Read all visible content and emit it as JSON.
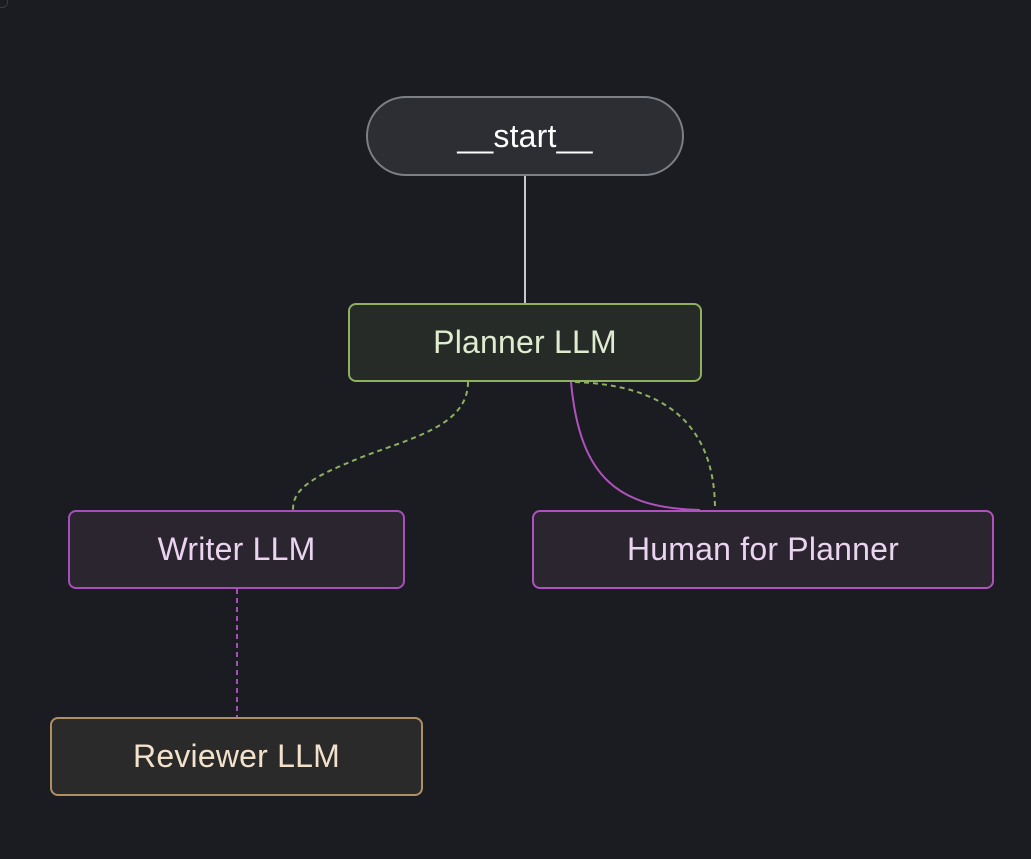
{
  "nodes": {
    "start": {
      "label": "__start__"
    },
    "planner": {
      "label": "Planner LLM"
    },
    "writer": {
      "label": "Writer LLM"
    },
    "human": {
      "label": "Human for Planner"
    },
    "reviewer": {
      "label": "Reviewer LLM"
    }
  },
  "edges": [
    {
      "from": "start",
      "to": "planner",
      "style": "solid",
      "color": "#c9c9c9"
    },
    {
      "from": "planner",
      "to": "writer",
      "style": "dashed",
      "color": "#8eb05f"
    },
    {
      "from": "planner",
      "to": "human",
      "style": "dashed",
      "color": "#8eb05f"
    },
    {
      "from": "human",
      "to": "planner",
      "style": "solid",
      "color": "#b052bd"
    },
    {
      "from": "writer",
      "to": "reviewer",
      "style": "dashed",
      "color": "#a64fb8"
    }
  ],
  "colors": {
    "background": "#1a1c22",
    "start_border": "#7c7f86",
    "planner_border": "#8eb05f",
    "agent_border": "#b052bd",
    "reviewer_border": "#b08f63"
  }
}
